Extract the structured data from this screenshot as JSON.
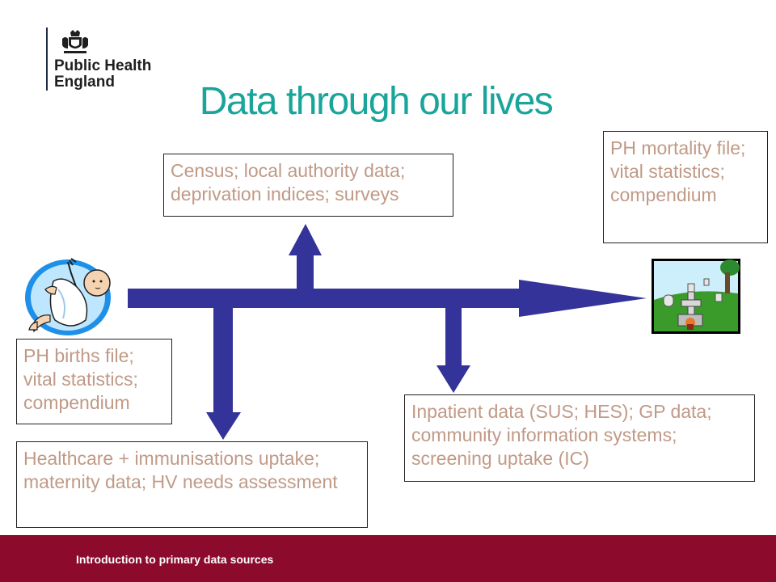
{
  "logo": {
    "line1": "Public Health",
    "line2": "England"
  },
  "title": "Data through our lives",
  "boxes": {
    "census": "Census; local authority data; deprivation indices; surveys",
    "mortality": "PH mortality file; vital statistics; compendium",
    "births": "PH births file; vital statistics; compendium",
    "healthcare": "Healthcare + immunisations uptake; maternity data; HV needs assessment",
    "inpatient": "Inpatient data (SUS; HES); GP data; community information systems;  screening uptake (IC)"
  },
  "footer": {
    "text": "Introduction to primary data sources"
  },
  "colors": {
    "arrow": "#333399",
    "title": "#1aa59a",
    "box_text": "#c09a87",
    "footer": "#8c0b2c"
  },
  "icons": {
    "start": "baby-icon",
    "end": "graveyard-icon",
    "crest": "royal-crest-icon"
  }
}
